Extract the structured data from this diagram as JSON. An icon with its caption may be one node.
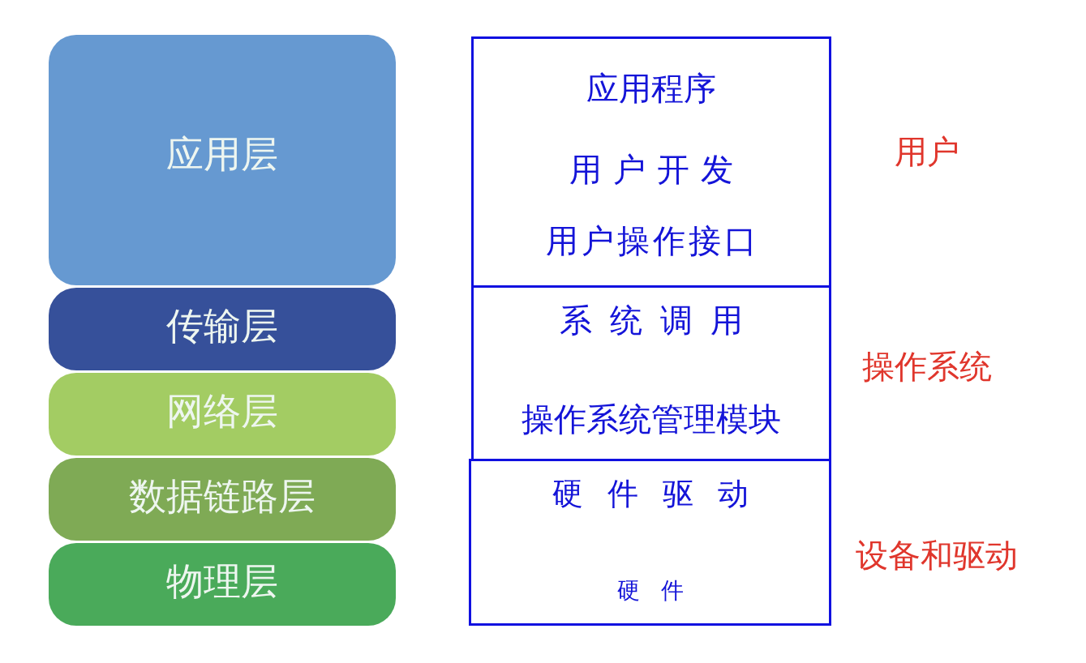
{
  "diagram": {
    "nodes": [
      {
        "text": [
          "应用层"
        ]
      },
      {
        "text": [
          "传输层"
        ]
      },
      {
        "text": [
          "网络层"
        ]
      },
      {
        "text": [
          "数据链路层"
        ]
      },
      {
        "text": [
          "物理层"
        ]
      },
      {
        "text": [
          "应用程序",
          "用户开发",
          "用户操作接口"
        ],
        "beside": [
          "用户"
        ]
      },
      {
        "text": [
          "系统调用",
          "操作系统管理模块"
        ],
        "beside": [
          "操作系统"
        ]
      },
      {
        "text": [
          "硬件驱动",
          "硬件"
        ],
        "beside": [
          "设备和驱动"
        ]
      }
    ]
  }
}
